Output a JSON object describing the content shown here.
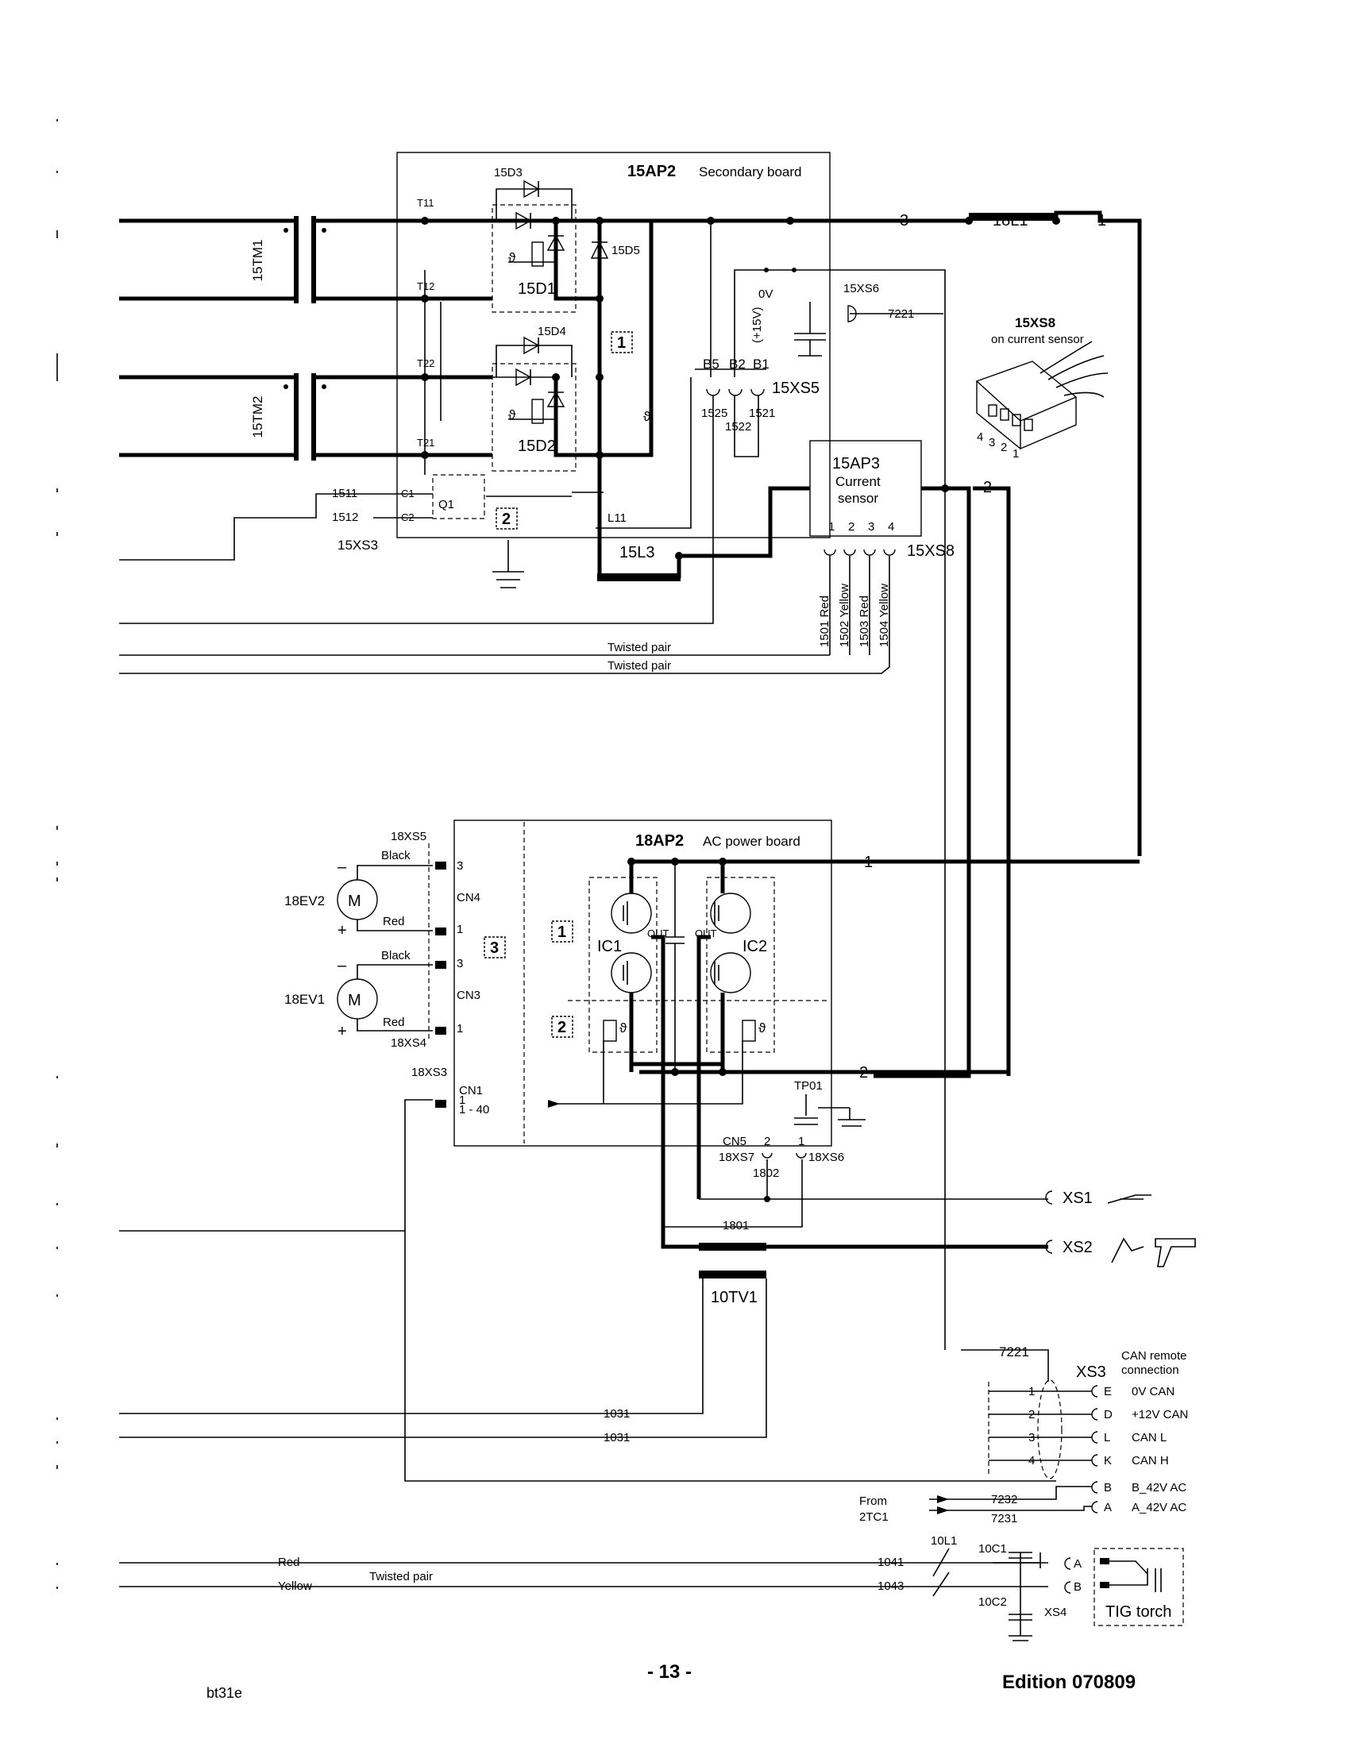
{
  "boards": {
    "secondary": {
      "id": "15AP2",
      "name": "Secondary board"
    },
    "ac_power": {
      "id": "18AP2",
      "name": "AC power board"
    },
    "current_sensor": {
      "id": "15AP3",
      "line1": "Current",
      "line2": "sensor",
      "pins": [
        "1",
        "2",
        "3",
        "4"
      ]
    }
  },
  "transformers": [
    "15TM1",
    "15TM2"
  ],
  "secondary_parts": {
    "terminals": [
      "T11",
      "T12",
      "T22",
      "T21"
    ],
    "diodes": [
      "15D3",
      "15D5",
      "15D4",
      "15D1",
      "15D2"
    ],
    "blocks": [
      "1",
      "2"
    ],
    "q1": "Q1",
    "connectors": [
      "C1",
      "C2"
    ],
    "xs3": "15XS3",
    "xs3_wires": [
      "1511",
      "1512"
    ],
    "xs5": "15XS5",
    "xs5_pins": [
      "B5",
      "B2",
      "B1"
    ],
    "xs5_wires": [
      "1525",
      "1522",
      "1521"
    ],
    "xs6": "15XS6",
    "xs6_wire": "7221",
    "zero_v": "0V",
    "plus15": "(+15V)",
    "theta": "ϑ",
    "l11": "L11",
    "inductor": "15L3"
  },
  "output_inductor": "18L1",
  "wire_numbers": [
    "1",
    "2",
    "3"
  ],
  "xs8": {
    "title": "15XS8",
    "subtitle": "on current sensor",
    "pins": [
      "4",
      "3",
      "2",
      "1"
    ]
  },
  "sensor_wires": [
    "1501 Red",
    "1502 Yellow",
    "1503 Red",
    "1504 Yellow"
  ],
  "twisted_pair": "Twisted pair",
  "ac_parts": {
    "motors": [
      "18EV2",
      "18EV1"
    ],
    "motor_symbol": "M",
    "motor_polarity": [
      "–",
      "+"
    ],
    "connectors": [
      "18XS5",
      "18XS4",
      "18XS3",
      "18XS7",
      "18XS6"
    ],
    "cn": [
      "CN4",
      "CN3",
      "CN1",
      "1 - 40",
      "CN5"
    ],
    "wire_colors": [
      "Black",
      "Red"
    ],
    "pins": [
      "3",
      "1",
      "2"
    ],
    "blocks": [
      "1",
      "2",
      "3"
    ],
    "ic": [
      "IC1",
      "IC2"
    ],
    "out": "OUT",
    "tp": "TP01",
    "wires": [
      "1802",
      "1801"
    ],
    "outputs": [
      "XS1",
      "XS2"
    ]
  },
  "transformer_10tv1": "10TV1",
  "can": {
    "wire": "7221",
    "xs3": "XS3",
    "title1": "CAN remote",
    "title2": "connection",
    "rows": [
      {
        "n": "1",
        "pin": "E",
        "label": "0V CAN"
      },
      {
        "n": "2",
        "pin": "D",
        "label": "+12V CAN"
      },
      {
        "n": "3",
        "pin": "L",
        "label": "CAN L"
      },
      {
        "n": "4",
        "pin": "K",
        "label": "CAN H"
      },
      {
        "n": "",
        "pin": "B",
        "label": "B_42V AC"
      },
      {
        "n": "",
        "pin": "A",
        "label": "A_42V AC"
      }
    ],
    "from1": "From",
    "from2": "2TC1",
    "from_wires": [
      "7232",
      "7231"
    ]
  },
  "lower_wires": [
    "1031",
    "1031",
    "1041",
    "1043"
  ],
  "tig": {
    "colors": [
      "Red",
      "Yellow"
    ],
    "filter": "10L1",
    "caps": [
      "10C1",
      "10C2"
    ],
    "xs4": "XS4",
    "pins": [
      "A",
      "B"
    ],
    "label": "TIG torch"
  },
  "footer": {
    "page": "- 13 -",
    "code": "bt31e",
    "edition": "Edition 070809"
  }
}
